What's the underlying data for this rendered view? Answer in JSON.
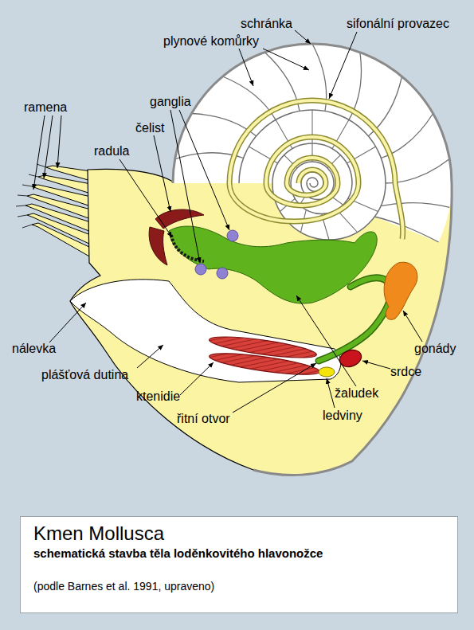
{
  "diagram": {
    "nodes": [
      {
        "text": [
          "Kmen Mollusca",
          "schematická stavba těla loděnkovitého hlavonožce",
          "(podle Barnes et al. 1991, upraveno)"
        ]
      }
    ],
    "labels": [
      "schránka",
      "sifonální provazec",
      "plynové komůrky",
      "ganglia",
      "ramena",
      "čelist",
      "radula",
      "nálevka",
      "gonády",
      "plášťová dutina",
      "srdce",
      "ktenidie",
      "žaludek",
      "ledviny",
      "řitní otvor"
    ]
  }
}
